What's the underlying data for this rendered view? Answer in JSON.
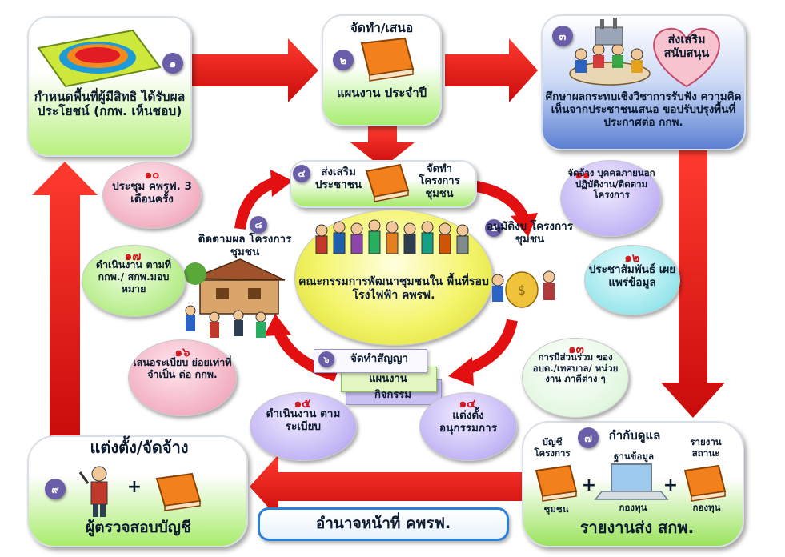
{
  "colors": {
    "arrow": "#e30d0d",
    "green_box": "#9be35a",
    "purple_box": "#6c8fd6",
    "pink_pill": "#f2b0c2",
    "lavender_pill": "#b9a9f2",
    "cyan_pill": "#8fe0e6",
    "yellow_center": "#f4f46a",
    "footer_border": "#2b7fd6"
  },
  "step1": {
    "num": "๑",
    "text": "กำหนดพื้นที่ผู้มีสิทธิ ได้รับผลประโยชน์ (กกพ. เห็นชอบ)",
    "icon": "map-terrain-icon"
  },
  "step2": {
    "title": "จัดทำ/เสนอ",
    "num": "๒",
    "text": "แผนงาน ประจำปี",
    "icon": "book-icon"
  },
  "step3": {
    "num": "๓",
    "heart": "ส่งเสริม สนับสนุน",
    "text": "ศึกษาผลกระทบเชิงวิชาการรับฟัง ความคิดเห็นจากประชาชนเสนอ ขอปรับปรุงพื้นที่ประกาศต่อ กกพ.",
    "icon": "meeting-people-icon"
  },
  "step4": {
    "num": "๔",
    "left": "ส่งเสริม ประชาชน",
    "right": "จัดทำ โครงการ ชุมชน",
    "icon": "book-icon"
  },
  "step5": {
    "num": "๕",
    "text": "อนุมัติงบ โครงการชุมชน",
    "icon": "money-bag-icon"
  },
  "step6": {
    "num": "๖",
    "text": "จัดทำสัญญา",
    "sub1": "แผนงาน",
    "sub2": "กิจกรรม"
  },
  "step7": {
    "num": "๗",
    "title": "กำกับดูแล",
    "items": [
      "บัญชี โครงการ",
      "ฐานข้อมูล",
      "รายงาน สถานะ"
    ],
    "sub_left": "ชุมชน",
    "sub_mid": "กองทุน",
    "sub_right": "กองทุน",
    "footer": "รายงานส่ง สกพ.",
    "icon": "laptop-icon"
  },
  "step8": {
    "num": "๘",
    "text": "ติดตามผล โครงการชุมชน",
    "icon": "village-people-icon"
  },
  "step9": {
    "num": "๙",
    "title": "แต่งตั้ง/จัดจ้าง",
    "footer": "ผู้ตรวจสอบบัญชี",
    "plus": "+",
    "icon": "auditor-person-icon"
  },
  "center": {
    "text": "คณะกรรมการพัฒนาชุมชนใน พื้นที่รอบโรงไฟฟ้า คพรฟ.",
    "icon": "committee-people-icon"
  },
  "p10": {
    "num": "๑๐",
    "text": "ประชุม คพรฟ. 3 เดือนครั้ง"
  },
  "p11": {
    "num": "๑๑",
    "text": "จัดจ้าง บุคคลภายนอก ปฏิบัติงาน/ติดตาม โครงการ"
  },
  "p12": {
    "num": "๑๒",
    "text": "ประชาสัมพันธ์ เผยแพร่ข้อมูล"
  },
  "p13": {
    "num": "๑๓",
    "text": "การมีส่วนร่วม ของ อบต./เทศบาล/ หน่วยงาน ภาคีต่าง ๆ"
  },
  "p14": {
    "num": "๑๔",
    "text": "แต่งตั้ง อนุกรรมการ"
  },
  "p15": {
    "num": "๑๕",
    "text": "ดำเนินงาน ตามระเบียบ"
  },
  "p16": {
    "num": "๑๖",
    "text": "เสนอระเบียบ ย่อยเท่าที่จำเป็น ต่อ กกพ."
  },
  "p17": {
    "num": "๑๗",
    "text": "ดำเนินงาน ตามที่ กกพ./ สกพ.มอบหมาย"
  },
  "footer": {
    "text": "อำนาจหน้าที่ คพรฟ."
  }
}
